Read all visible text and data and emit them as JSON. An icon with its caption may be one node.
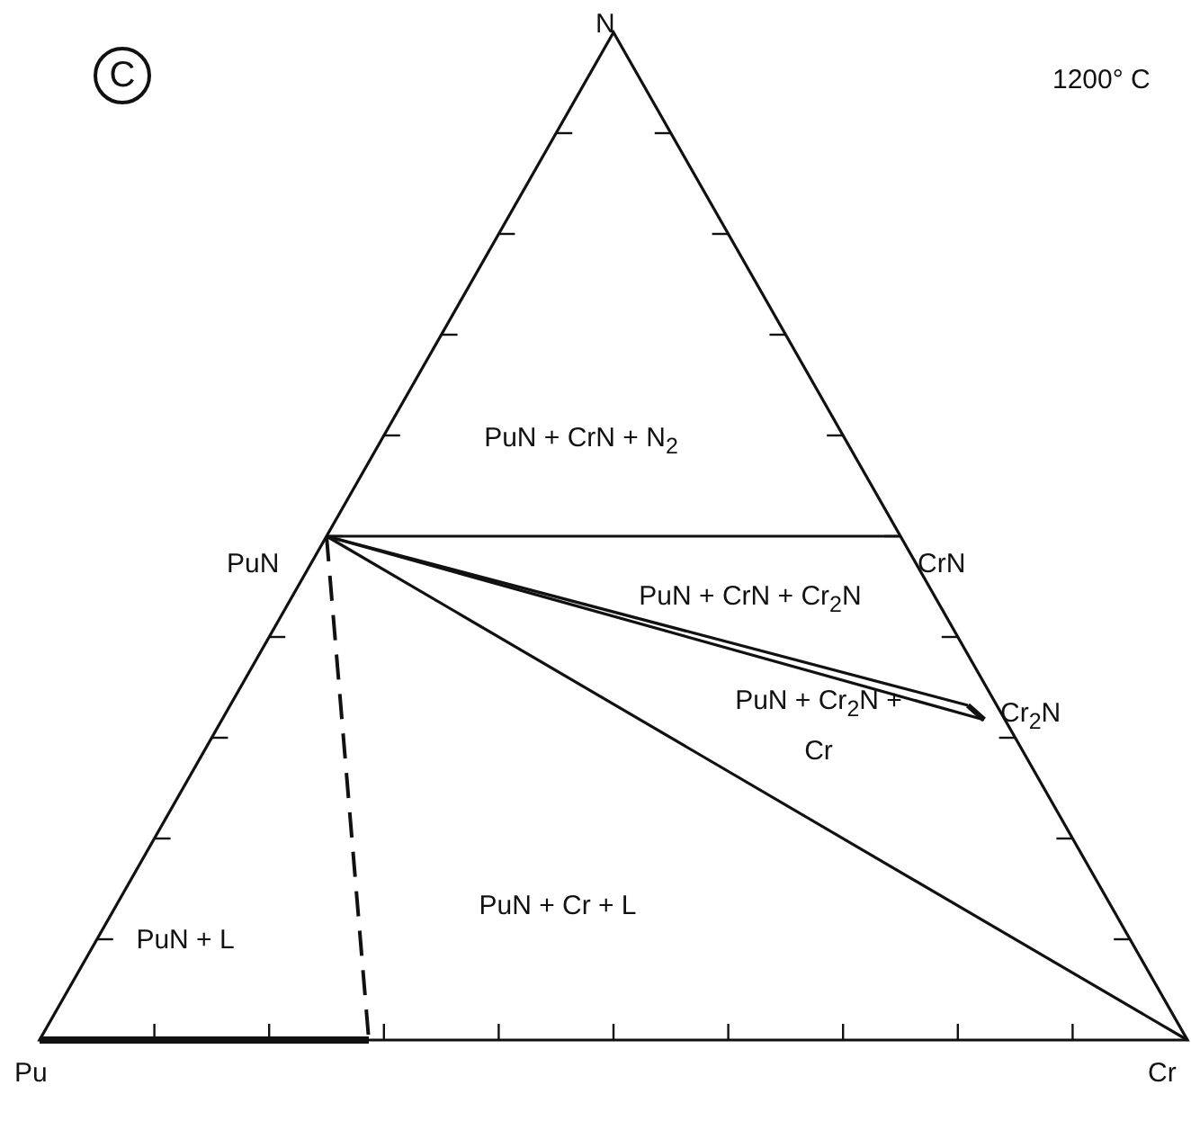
{
  "diagram": {
    "labels": [
      "C",
      "N",
      "1200° C",
      "PuN + CrN + N$_{2}$",
      "PuN",
      "CrN",
      "PuN + CrN + Cr$_{2}$N",
      "Cr$_{2}$N",
      "PuN + Cr$_{2}$N + Cr",
      "PuN + Cr + L",
      "PuN + L",
      "Pu",
      "Cr"
    ]
  }
}
